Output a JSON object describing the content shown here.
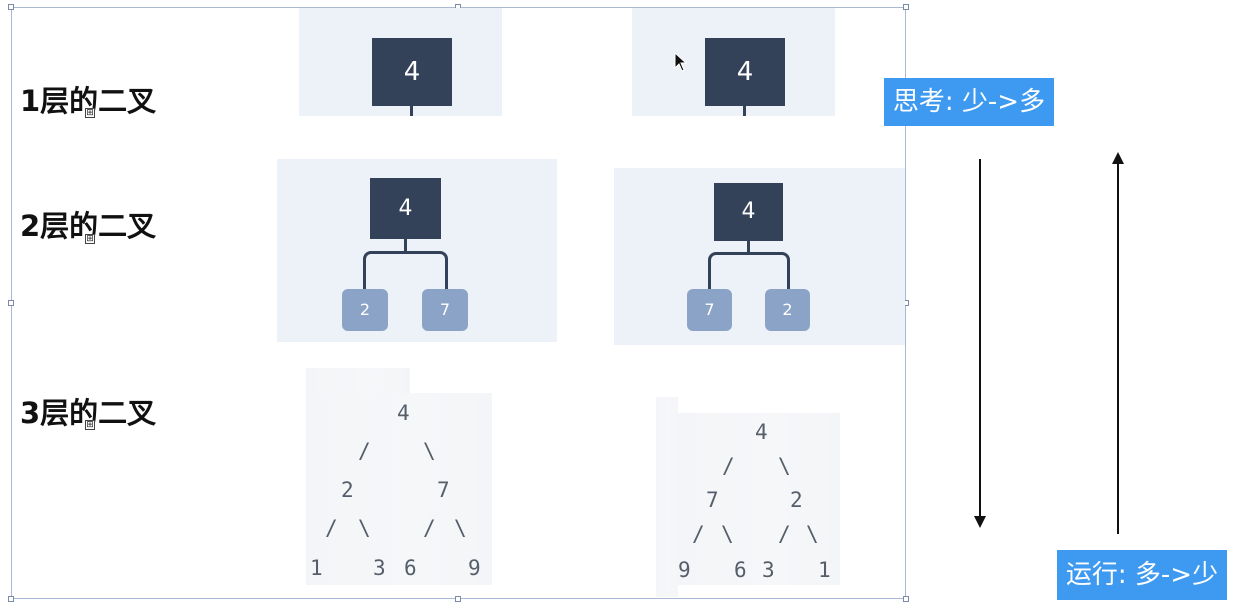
{
  "rows": [
    {
      "label": "1层的二叉"
    },
    {
      "label": "2层的二叉"
    },
    {
      "label": "3层的二叉"
    }
  ],
  "row1": {
    "left_root": "4",
    "right_root": "4"
  },
  "row2": {
    "left": {
      "root": "4",
      "left_child": "2",
      "right_child": "7"
    },
    "right": {
      "root": "4",
      "left_child": "7",
      "right_child": "2"
    }
  },
  "row3": {
    "left": {
      "root": "4",
      "l1_left_branch": "/",
      "l1_right_branch": "\\",
      "level2_left": "2",
      "level2_right": "7",
      "b1": "/",
      "b2": "\\",
      "b3": "/",
      "b4": "\\",
      "leaf1": "1",
      "leaf2": "3",
      "leaf3": "6",
      "leaf4": "9"
    },
    "right": {
      "root": "4",
      "l1_left_branch": "/",
      "l1_right_branch": "\\",
      "level2_left": "7",
      "level2_right": "2",
      "b1": "/",
      "b2": "\\",
      "b3": "/",
      "b4": "\\",
      "leaf1": "9",
      "leaf2": "6",
      "leaf3": "3",
      "leaf4": "1"
    }
  },
  "badges": {
    "think": "思考: 少->多",
    "run": "运行: 多->少"
  },
  "anchor_glyph": "⊞",
  "colors": {
    "dark_node": "#334258",
    "light_node": "#8ba3c6",
    "panel": "#edf1f8",
    "badge": "#3d9af0"
  }
}
